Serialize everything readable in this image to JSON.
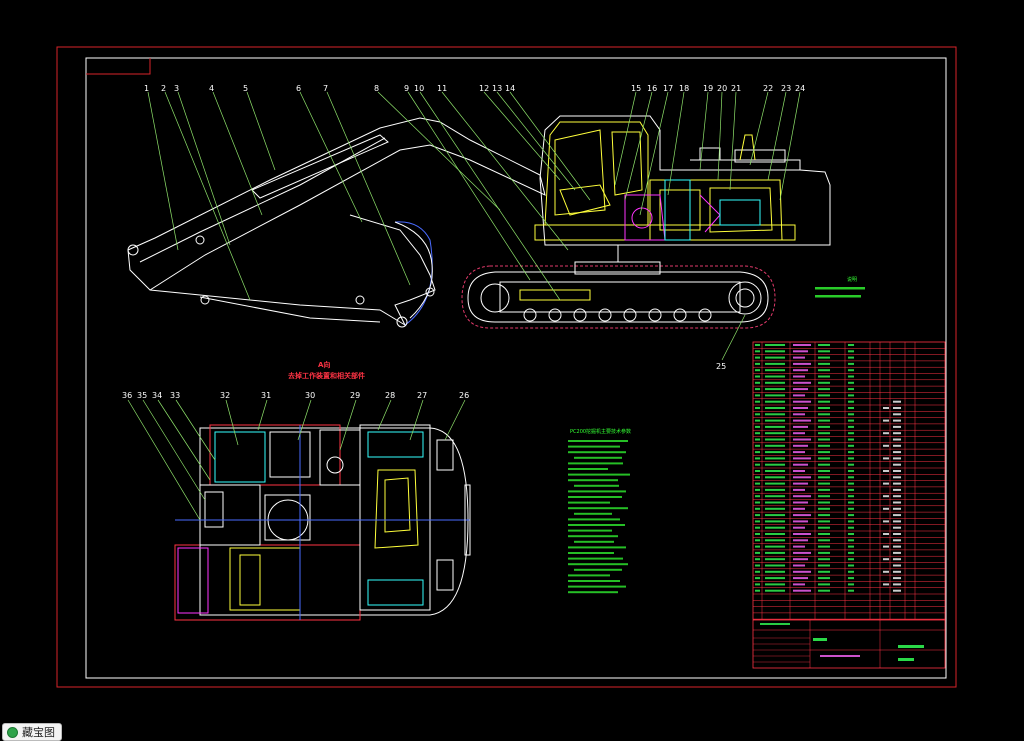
{
  "colors": {
    "background": "#000000",
    "outer_frame": "#d8232a",
    "inner_frame": "#ffffff",
    "leader": "#8fe36b",
    "machine_outline": "#ffffff",
    "track": "#e23a6b",
    "cab": "#ffff3b",
    "hydraulics": "#ff33ff",
    "blueprint_blue": "#4a6bff",
    "cyan": "#33ffff",
    "notes": "#33ff33",
    "table_lines": "#ff3344",
    "table_text": "#33ff55"
  },
  "drawing": {
    "callouts_top": [
      "1",
      "2",
      "3",
      "4",
      "5",
      "6",
      "7",
      "8",
      "9",
      "10",
      "11",
      "12",
      "13",
      "14",
      "15",
      "16",
      "17",
      "18",
      "19",
      "20",
      "21",
      "22",
      "23",
      "24"
    ],
    "callout_bottom_25": "25",
    "callouts_plan": [
      "36",
      "35",
      "34",
      "33",
      "32",
      "31",
      "30",
      "29",
      "28",
      "27",
      "26"
    ],
    "plan_title_1": "A向",
    "plan_title_2": "去掉工作装置和相关部件",
    "spec_title": "PC200挖掘机主要技术参数",
    "notes_title": "说明"
  },
  "watermark": {
    "icon": "leaf-dot-icon",
    "label": "藏宝图"
  }
}
